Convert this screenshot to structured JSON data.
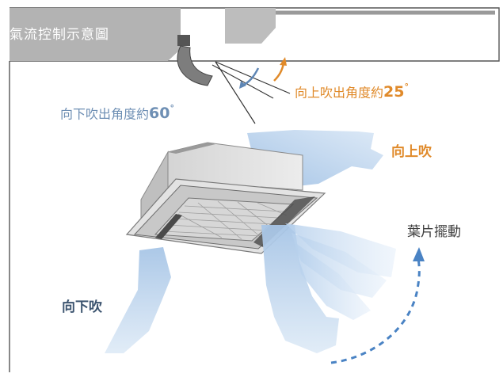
{
  "title": "氣流控制示意圖",
  "labels": {
    "down_angle_text": "向下吹出角度約",
    "down_angle_value": "60",
    "up_angle_text": "向上吹出角度約",
    "up_angle_value": "25",
    "degree_symbol": "°",
    "blow_up": "向上吹",
    "blow_down": "向下吹",
    "swing": "葉片擺動"
  },
  "colors": {
    "title_bg": "#b3b3b3",
    "blue_text": "#6e8fb4",
    "orange_text": "#e08a2a",
    "dark_text": "#3d5570",
    "airflow": "#bcd4ec",
    "dashed_arrow": "#4a83c4"
  },
  "angles": {
    "down_deg": 60,
    "up_deg": 25
  }
}
